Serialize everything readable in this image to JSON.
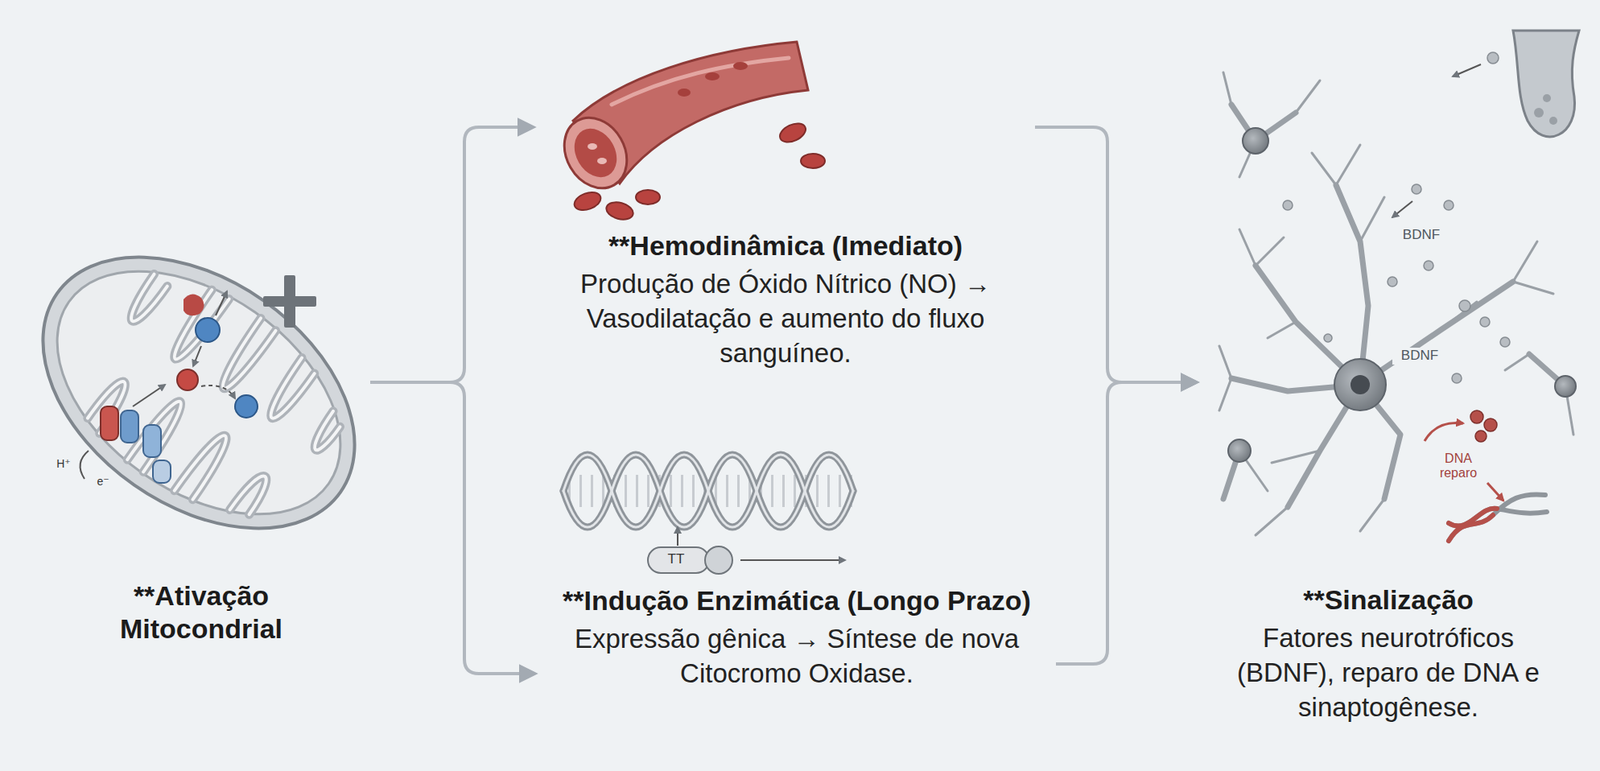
{
  "diagram": {
    "nodes": [
      {
        "text": [
          "**Ativação Mitocondrial"
        ]
      },
      {
        "text": [
          "**Hemodinâmica (Imediato)",
          "Produção de Óxido Nítrico (NO) → Vasodilatação e aumento do fluxo sanguíneo."
        ]
      },
      {
        "text": [
          "**Indução Enzimática (Longo Prazo)",
          "Expressão gênica → Síntese de nova Citocromo Oxidase."
        ]
      },
      {
        "text": [
          "**Sinalização",
          "Fatores neurotróficos (BDNF), reparo de DNA e sinaptogênese."
        ]
      }
    ],
    "edges": [
      {
        "from": 0,
        "to": 1,
        "arrow": "to"
      },
      {
        "from": 0,
        "to": 2,
        "arrow": "to"
      },
      {
        "from": 1,
        "to": 3,
        "arrow": "to"
      },
      {
        "from": 2,
        "to": 3,
        "arrow": "to"
      }
    ],
    "labels": [
      "H⁺",
      "e⁻",
      "TT",
      "BDNF",
      "BDNF",
      "DNA reparo"
    ]
  }
}
